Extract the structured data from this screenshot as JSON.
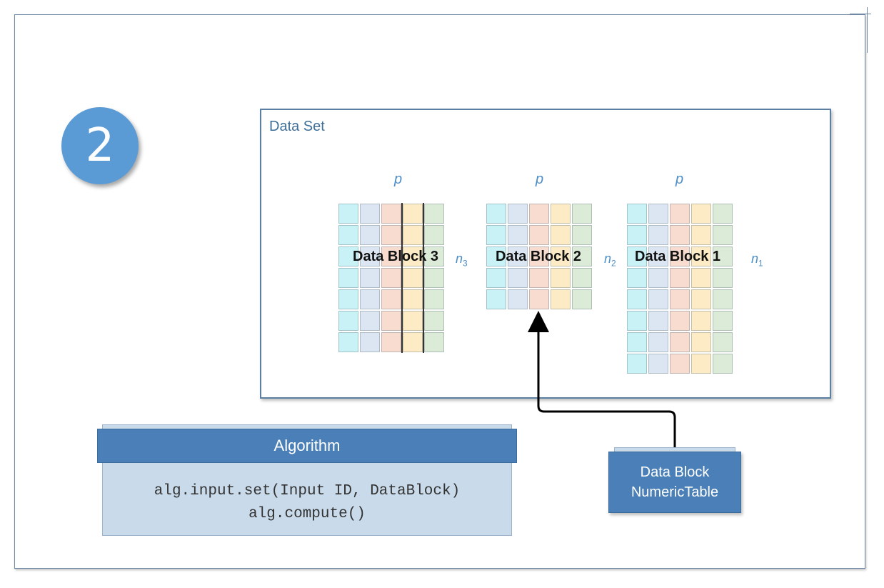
{
  "step": {
    "number": "2"
  },
  "dataset": {
    "title": "Data Set"
  },
  "blocks": [
    {
      "label": "Data Block 3",
      "p": "p",
      "n": "n",
      "n_sub": "3",
      "rows": 7
    },
    {
      "label": "Data Block 2",
      "p": "p",
      "n": "n",
      "n_sub": "2",
      "rows": 5
    },
    {
      "label": "Data Block 1",
      "p": "p",
      "n": "n",
      "n_sub": "1",
      "rows": 8
    }
  ],
  "algorithm": {
    "title": "Algorithm",
    "code_line1": "alg.input.set(Input ID, DataBlock)",
    "code_line2": "alg.compute()"
  },
  "numeric_table": {
    "line1": "Data Block",
    "line2": "NumericTable"
  },
  "colors": {
    "accent": "#4a80b7",
    "badge": "#5b9bd5",
    "label_blue": "#4f8fc8"
  }
}
